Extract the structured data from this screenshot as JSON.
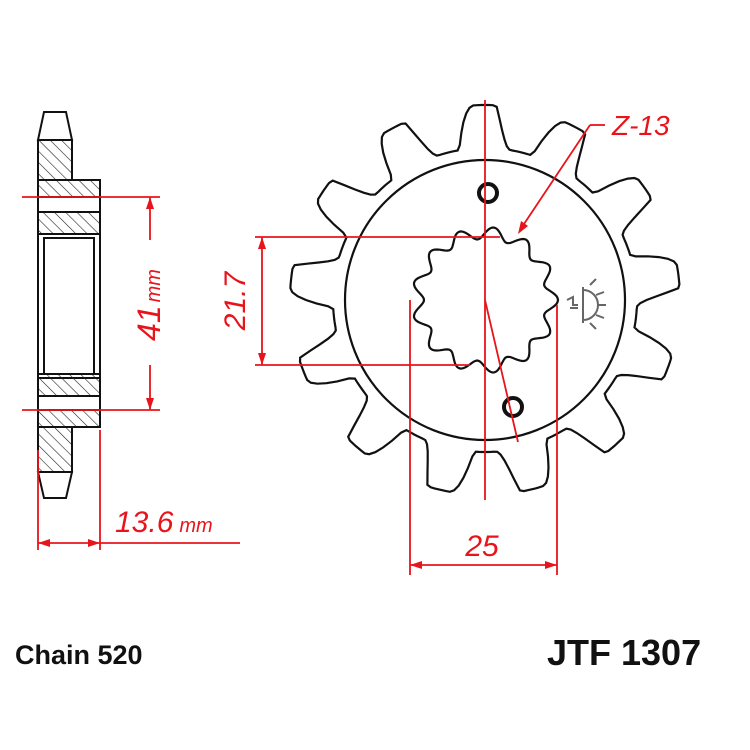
{
  "drawing": {
    "teeth_count": 13,
    "tooth_label": "Z-13",
    "bore_diameter": "41",
    "bore_unit": "mm",
    "spline_inner": "21.7",
    "spline_outer": "25",
    "width": "13.6",
    "width_unit": "mm",
    "chain_label": "Chain 520",
    "part_number": "JTF 1307",
    "dimension_color": "#e8141b",
    "line_color": "#111111",
    "logo_icon": "jt-sun-logo"
  }
}
